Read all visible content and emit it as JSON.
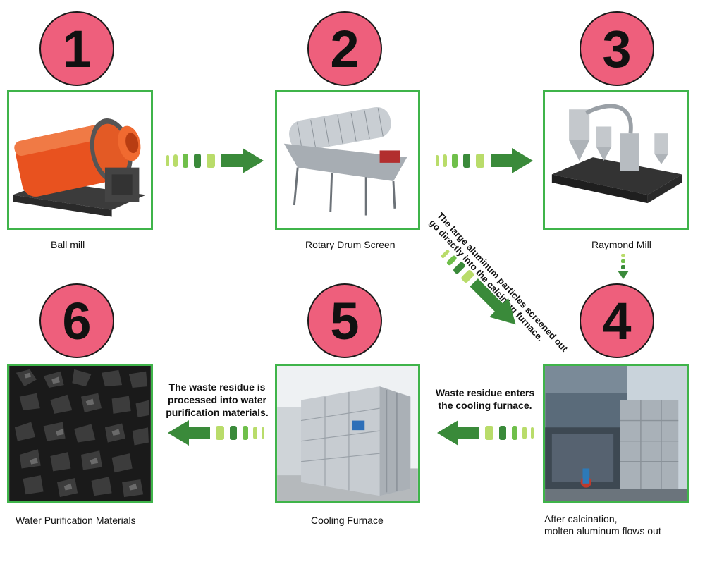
{
  "steps": [
    {
      "number": "1",
      "caption": "Ball mill"
    },
    {
      "number": "2",
      "caption": "Rotary Drum Screen"
    },
    {
      "number": "3",
      "caption": "Raymond Mill"
    },
    {
      "number": "4",
      "caption_line1": "After calcination,",
      "caption_line2": "molten aluminum flows out"
    },
    {
      "number": "5",
      "caption": "Cooling Furnace"
    },
    {
      "number": "6",
      "caption": "Water Purification Materials"
    }
  ],
  "notes": {
    "diagonal_line1": "The large aluminum particles screened out",
    "diagonal_line2": "go directly into the calcining furnace.",
    "waste_cooling_line1": "Waste residue enters",
    "waste_cooling_line2": "the cooling furnace.",
    "waste_water_line1": "The waste residue is",
    "waste_water_line2": "processed into water",
    "waste_water_line3": "purification materials."
  },
  "colors": {
    "badge": "#ee5f7c",
    "frame": "#3fb44a",
    "arrow_dark": "#3a8a3a",
    "arrow_mid": "#6fbf4a",
    "arrow_light": "#b9dc6a"
  }
}
